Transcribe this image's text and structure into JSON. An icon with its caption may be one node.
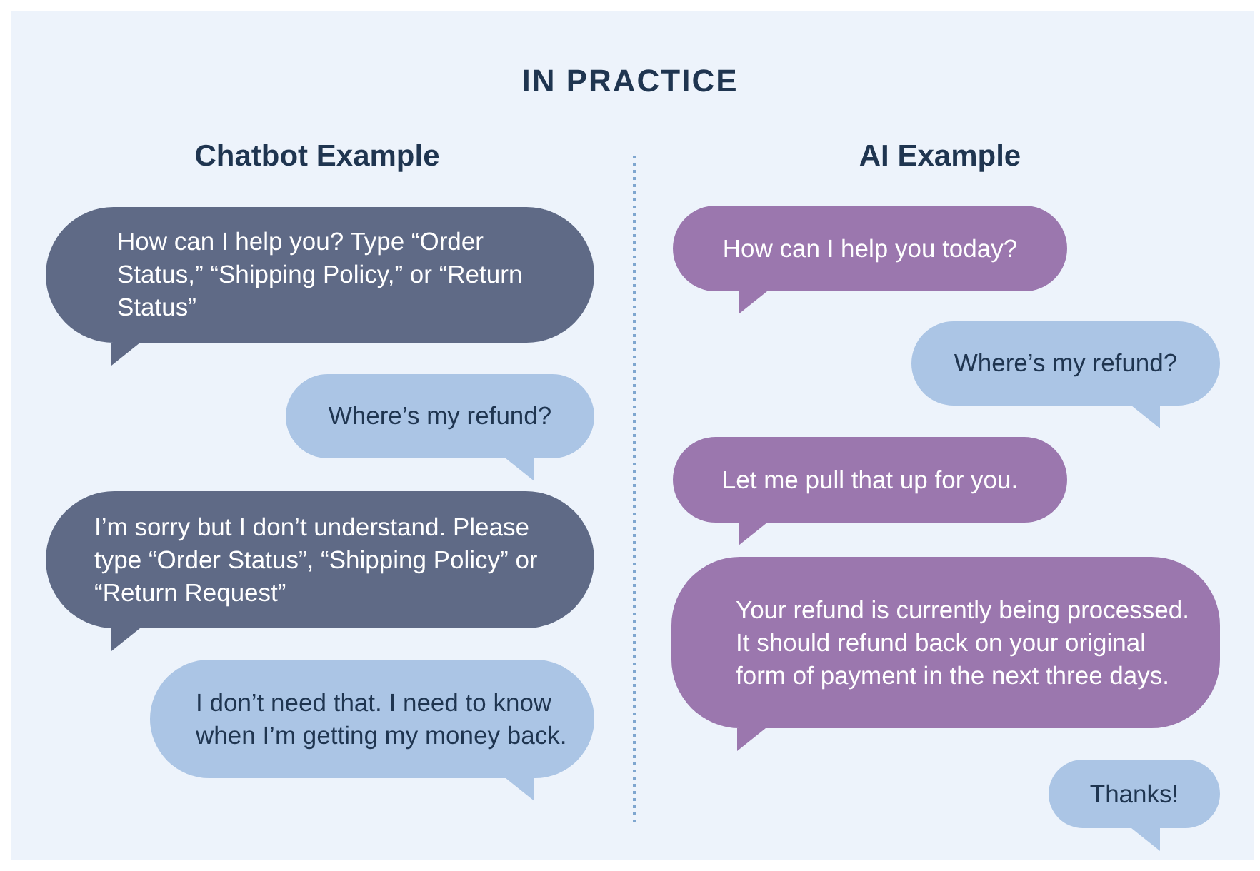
{
  "diagram": {
    "title": "IN PRACTICE",
    "nodes": [
      {
        "text": [
          "How can I help you? Type “Order Status,” “Shipping Policy,” or “Return Status”"
        ]
      },
      {
        "text": [
          "Where’s my refund?"
        ]
      },
      {
        "text": [
          "I’m sorry but I don’t understand. Please type “Order Status”, “Shipping Policy” or “Return Request”"
        ]
      },
      {
        "text": [
          "I don’t need that. I need to know when I’m getting my money back."
        ]
      },
      {
        "text": [
          "How can I help you today?"
        ]
      },
      {
        "text": [
          "Where’s my refund?"
        ]
      },
      {
        "text": [
          "Let me pull that up for you."
        ]
      },
      {
        "text": [
          "Your refund is currently being processed. It should refund back on your original form of payment in the next three days."
        ]
      },
      {
        "text": [
          "Thanks!"
        ]
      }
    ],
    "labels": [
      "Chatbot Example",
      "AI Example"
    ]
  }
}
